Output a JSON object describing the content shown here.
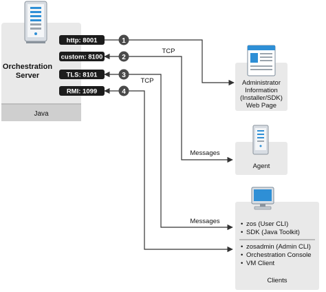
{
  "server": {
    "title_line1": "Orchestration",
    "title_line2": "Server",
    "footer": "Java"
  },
  "ports": [
    {
      "number": "1",
      "label": "http: 8001"
    },
    {
      "number": "2",
      "label": "custom: 8100"
    },
    {
      "number": "3",
      "label": "TLS: 8101"
    },
    {
      "number": "4",
      "label": "RMI: 1099"
    }
  ],
  "connection_labels": {
    "tcp_port2": "TCP",
    "tcp_port3": "TCP",
    "messages_agent": "Messages",
    "messages_clients": "Messages"
  },
  "admin_info": {
    "line1": "Administrator",
    "line2": "Information",
    "line3": "(Installer/SDK)",
    "line4": "Web Page"
  },
  "agent": {
    "label": "Agent"
  },
  "clients": {
    "group1": [
      "zos (User CLI)",
      "SDK (Java Toolkit)"
    ],
    "group2": [
      "zosadmin (Admin CLI)",
      "Orchestration Console",
      "VM Client"
    ],
    "footer": "Clients"
  },
  "icons": {
    "server": "server-tower-icon",
    "web_page": "web-page-monitor-icon",
    "agent": "server-tower-icon",
    "clients": "desktop-computer-icon"
  },
  "colors": {
    "panel": "#e9e9e9",
    "panel_footer": "#cfcfcf",
    "pill": "#1c1c1c",
    "badge": "#4a4a4a",
    "line": "#333333",
    "accent_blue": "#2e8fd6"
  }
}
